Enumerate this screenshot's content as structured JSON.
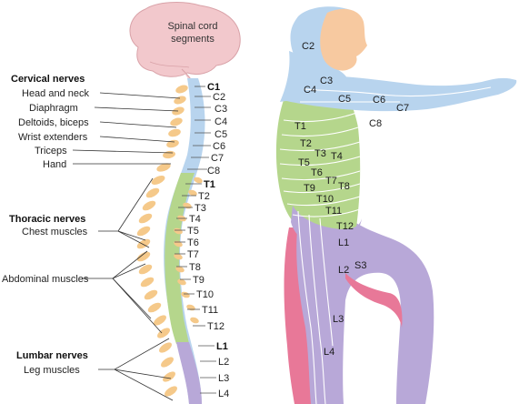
{
  "brain_label": [
    "Spinal cord",
    "segments"
  ],
  "headings": {
    "cervical": "Cervical nerves",
    "thoracic": "Thoracic nerves",
    "lumbar": "Lumbar nerves"
  },
  "muscles": {
    "head_neck": "Head and neck",
    "diaphragm": "Diaphragm",
    "deltoids": "Deltoids, biceps",
    "wrist": "Wrist extenders",
    "triceps": "Triceps",
    "hand": "Hand",
    "chest": "Chest muscles",
    "abdominal": "Abdominal muscles",
    "leg": "Leg muscles"
  },
  "segments": {
    "cervical": [
      "C1",
      "C2",
      "C3",
      "C4",
      "C5",
      "C6",
      "C7",
      "C8"
    ],
    "thoracic": [
      "T1",
      "T2",
      "T3",
      "T4",
      "T5",
      "T6",
      "T7",
      "T8",
      "T9",
      "T10",
      "T11",
      "T12"
    ],
    "lumbar": [
      "L1",
      "L2",
      "L3",
      "L4"
    ]
  },
  "dermatomes": {
    "c2": "C2",
    "c3": "C3",
    "c4": "C4",
    "c5": "C5",
    "c6": "C6",
    "c7": "C7",
    "c8": "C8",
    "t1": "T1",
    "t2": "T2",
    "t3": "T3",
    "t4": "T4",
    "t5": "T5",
    "t6": "T6",
    "t7": "T7",
    "t8": "T8",
    "t9": "T9",
    "t10": "T10",
    "t11": "T11",
    "t12": "T12",
    "l1": "L1",
    "l2": "L2",
    "l3": "L3",
    "l4": "L4",
    "s3": "S3"
  },
  "colors": {
    "cervical": "#b8d4ee",
    "thoracic": "#b5d68c",
    "lumbar": "#b8a8d8",
    "sacral": "#e87898",
    "vertebra": "#f5c98a",
    "brain": "#f2c8cc",
    "skin": "#f7c9a0"
  }
}
